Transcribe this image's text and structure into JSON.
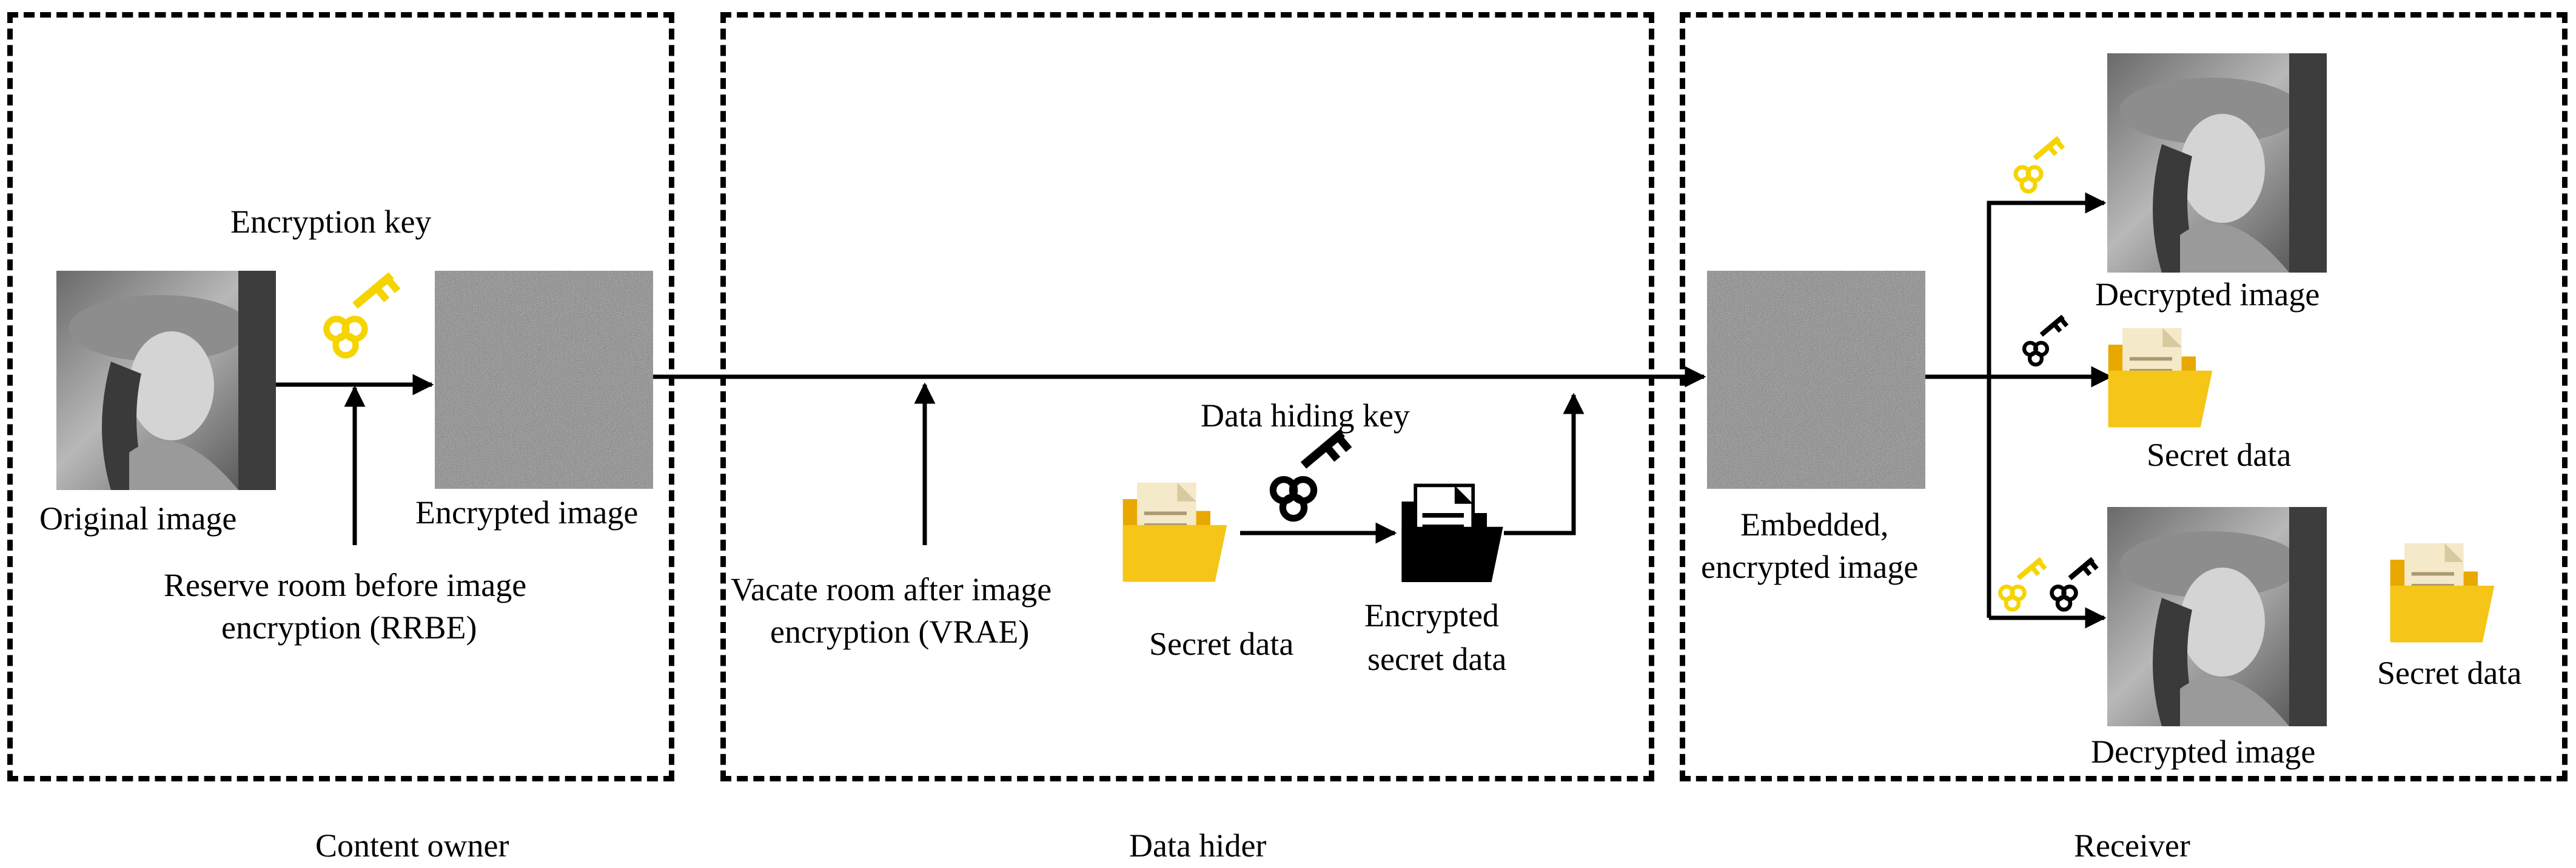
{
  "sections": {
    "owner": "Content owner",
    "hider": "Data hider",
    "receiver": "Receiver"
  },
  "labels": {
    "encryption_key": "Encryption key",
    "original_image": "Original image",
    "encrypted_image": "Encrypted image",
    "rrbe_line1": "Reserve room before image",
    "rrbe_line2": "encryption (RRBE)",
    "vrae_line1": "Vacate room after image",
    "vrae_line2": "encryption (VRAE)",
    "data_hiding_key": "Data hiding key",
    "secret_data": "Secret data",
    "encrypted_secret_line1": "Encrypted",
    "encrypted_secret_line2": "secret data",
    "embedded_line1": "Embedded,",
    "embedded_line2": "encrypted image",
    "decrypted_image_top": "Decrypted image",
    "secret_data_receiver": "Secret data",
    "decrypted_image_bottom": "Decrypted image",
    "secret_data_right": "Secret data"
  },
  "colors": {
    "key_yellow": "#F5D400",
    "folder_yellow": "#F5C518",
    "folder_back": "#E8A800",
    "paper": "#F4E9C8",
    "line": "#000000"
  },
  "icons": {
    "encryption_key": "key-icon",
    "data_hiding_key": "key-icon",
    "folder": "folder-icon",
    "photo": "portrait-photo"
  }
}
